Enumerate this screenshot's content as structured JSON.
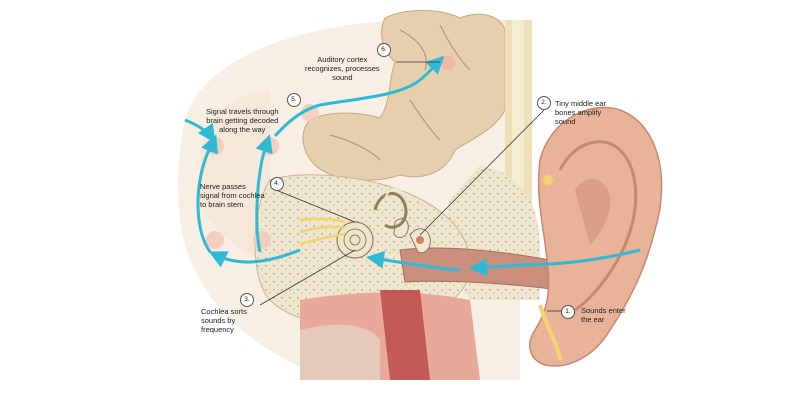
{
  "steps": [
    {
      "number": "1.",
      "label": "Sounds enter\nthe ear"
    },
    {
      "number": "2.",
      "label": "Tiny middle ear\nbones amplify\nsound"
    },
    {
      "number": "3.",
      "label": "Cochlea sorts\nsounds by\nfrequency"
    },
    {
      "number": "4.",
      "label": "Nerve passes\nsignal from cochlea\nto brain stem"
    },
    {
      "number": "5.",
      "label": "Signal travels through\nbrain getting decoded\nalong the way"
    },
    {
      "number": "6.",
      "label": "Auditory cortex\nrecognizes, processes\nsound"
    }
  ],
  "colors": {
    "arrow": "#2fb9d4",
    "skin": "#e9b39a",
    "brain": "#e4c8a8",
    "bone": "#efe3c4",
    "canal": "#c98f7c"
  }
}
